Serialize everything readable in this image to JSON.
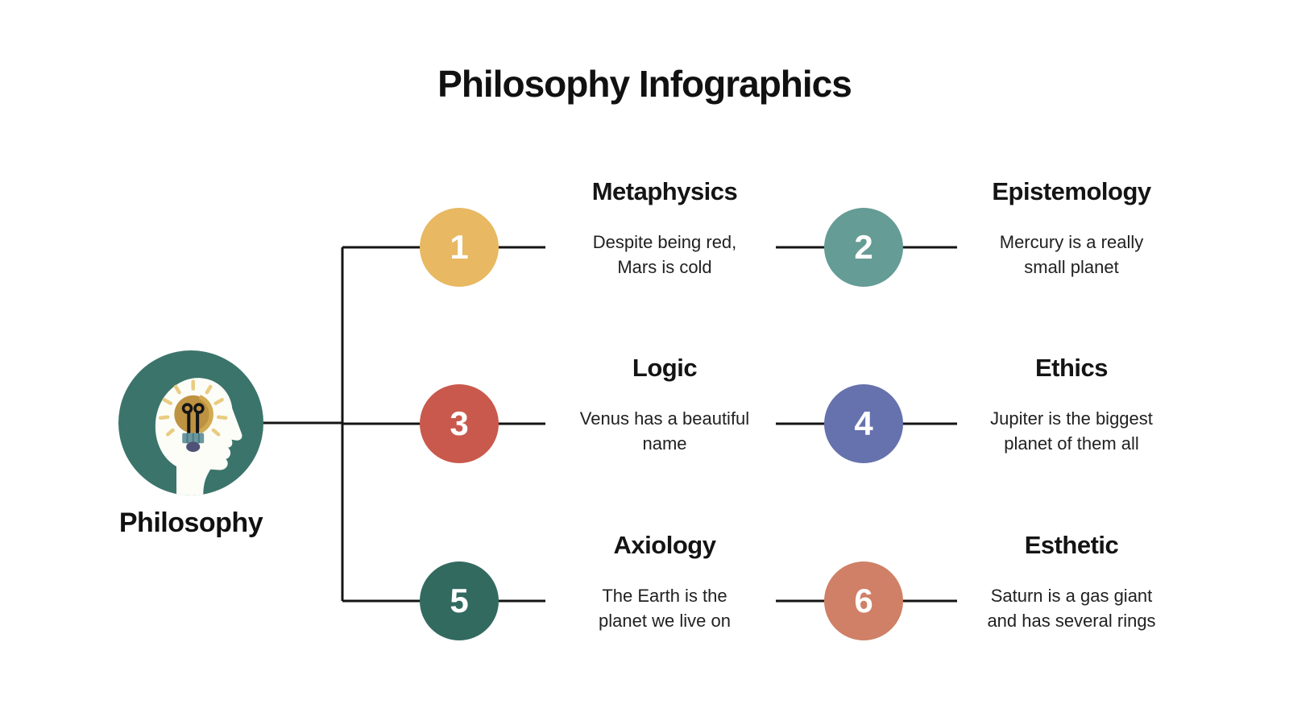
{
  "title": "Philosophy Infographics",
  "colors": {
    "connector": "#141414",
    "number_text": "#ffffff",
    "heading_text": "#141414",
    "body_text": "#212121"
  },
  "root": {
    "label": "Philosophy",
    "color": "#3b746b",
    "icon": "head-lightbulb-icon"
  },
  "nodes": [
    {
      "number": "1",
      "color": "#e8b862",
      "heading": "Metaphysics",
      "body_lines": [
        "Despite being red,",
        "Mars is cold"
      ]
    },
    {
      "number": "2",
      "color": "#659c95",
      "heading": "Epistemology",
      "body_lines": [
        "Mercury is a really",
        "small planet"
      ]
    },
    {
      "number": "3",
      "color": "#c9594d",
      "heading": "Logic",
      "body_lines": [
        "Venus has a beautiful",
        "name"
      ]
    },
    {
      "number": "4",
      "color": "#6672ad",
      "heading": "Ethics",
      "body_lines": [
        "Jupiter is the biggest",
        "planet of them all"
      ]
    },
    {
      "number": "5",
      "color": "#326a60",
      "heading": "Axiology",
      "body_lines": [
        "The Earth is the",
        "planet we live on"
      ]
    },
    {
      "number": "6",
      "color": "#cf8066",
      "heading": "Esthetic",
      "body_lines": [
        "Saturn is a gas giant",
        "and has several rings"
      ]
    }
  ]
}
